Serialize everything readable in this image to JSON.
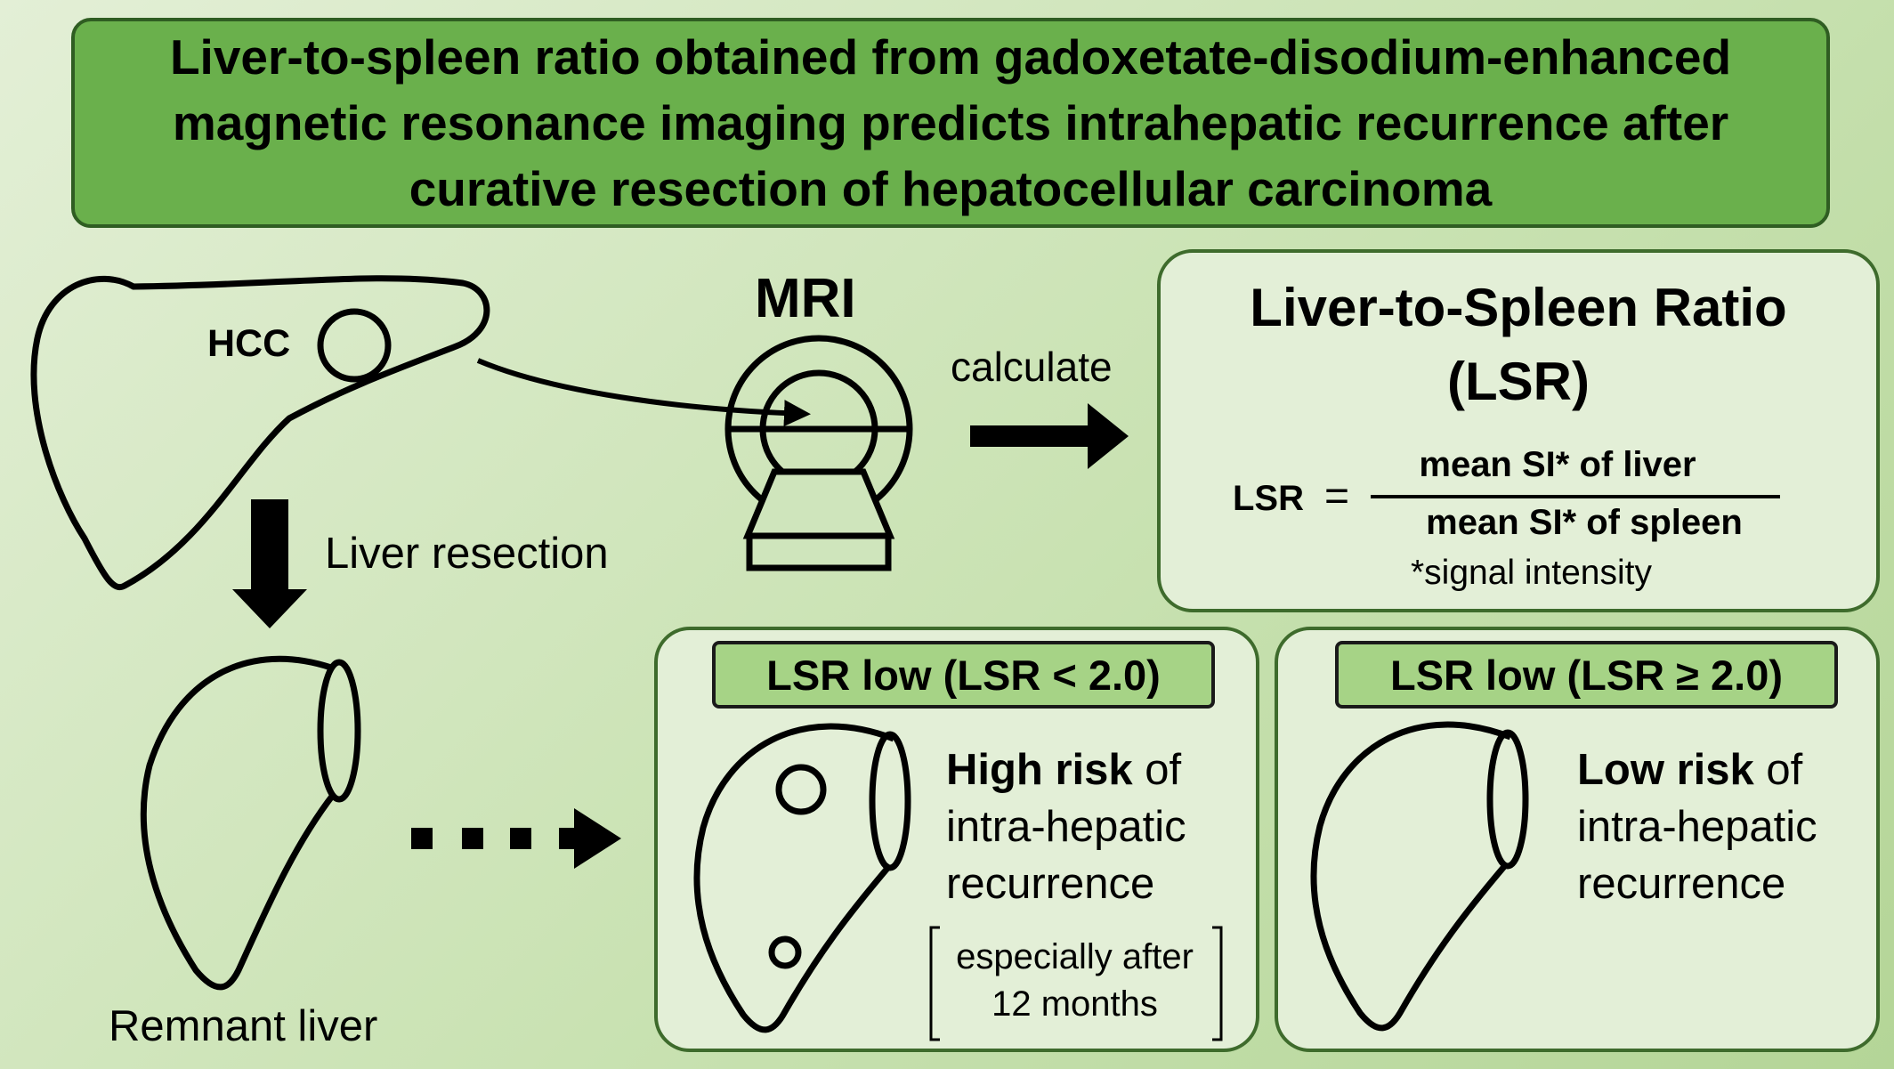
{
  "title": "Liver-to-spleen ratio obtained from gadoxetate-disodium-enhanced magnetic resonance imaging predicts intrahepatic recurrence after curative resection of hepatocellular carcinoma",
  "hcc_label": "HCC",
  "mri_label": "MRI",
  "calculate_label": "calculate",
  "liver_resection_label": "Liver resection",
  "remnant_liver_label": "Remnant liver",
  "lsr_panel": {
    "title_line1": "Liver-to-Spleen Ratio",
    "title_line2": "(LSR)",
    "formula_lhs": "LSR",
    "formula_eq": "=",
    "numerator": "mean SI* of liver",
    "denominator": "mean SI* of spleen",
    "footnote": "*signal intensity"
  },
  "low_panel": {
    "badge": "LSR low (LSR < 2.0)",
    "risk_bold": "High risk",
    "risk_rest": " of",
    "risk_line2": "intra-hepatic",
    "risk_line3": "recurrence",
    "note_line1": "especially after",
    "note_line2": "12 months"
  },
  "high_panel": {
    "badge": "LSR low (LSR ≥ 2.0)",
    "risk_bold": "Low risk",
    "risk_rest": " of",
    "risk_line2": "intra-hepatic",
    "risk_line3": "recurrence"
  },
  "colors": {
    "title_fill": "#6ab04c",
    "badge_fill": "#a6d386",
    "panel_fill": "#e3efd7",
    "panel_border": "#3e6b2c"
  }
}
